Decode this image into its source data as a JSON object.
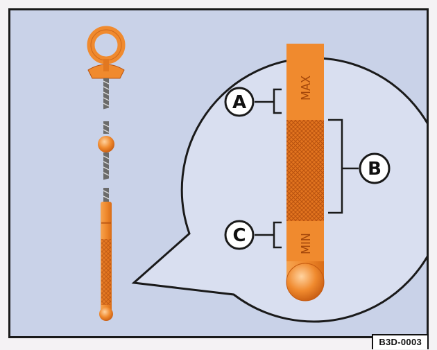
{
  "figure": {
    "callouts": {
      "a": "A",
      "b": "B",
      "c": "C"
    },
    "dipstick_marks": {
      "max": "MAX",
      "min": "MIN"
    },
    "figure_code": "B3D-0003",
    "colors": {
      "background": "#c9d2e8",
      "dipstick_orange": "#f08a2e",
      "outline": "#1a1a1a"
    }
  }
}
